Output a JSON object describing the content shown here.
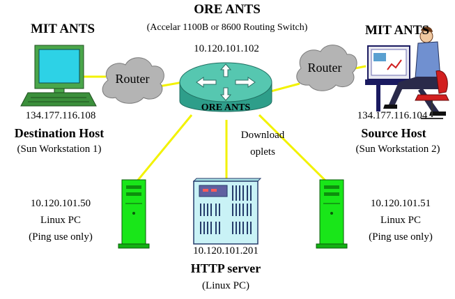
{
  "diagram": {
    "center": {
      "title": "ORE ANTS",
      "subtitle": "(Accelar 1100B or 8600 Routing Switch)",
      "ip": "10.120.101.102",
      "badge": "ORE ANTS"
    },
    "left_site": {
      "title": "MIT ANTS",
      "router": "Router",
      "ip": "134.177.116.108",
      "name": "Destination Host",
      "desc": "(Sun Workstation 1)"
    },
    "right_site": {
      "title": "MIT ANTS",
      "router": "Router",
      "ip": "134.177.116.104",
      "name": "Source Host",
      "desc": "(Sun Workstation 2)"
    },
    "download": {
      "line1": "Download",
      "line2": "oplets"
    },
    "pc_left": {
      "ip": "10.120.101.50",
      "kind": "Linux PC",
      "use": "(Ping use only)"
    },
    "pc_right": {
      "ip": "10.120.101.51",
      "kind": "Linux PC",
      "use": "(Ping use only)"
    },
    "server": {
      "ip": "10.120.101.201",
      "name": "HTTP server",
      "desc": "(Linux PC)"
    }
  },
  "colors": {
    "link": "#f2f200",
    "router_body": "#2e9e8a",
    "router_top": "#56c7b0",
    "cloud": "#b4b4b4",
    "pc_green": "#19e619",
    "server_fill": "#c9f2f6",
    "server_panel": "#6060a0"
  }
}
